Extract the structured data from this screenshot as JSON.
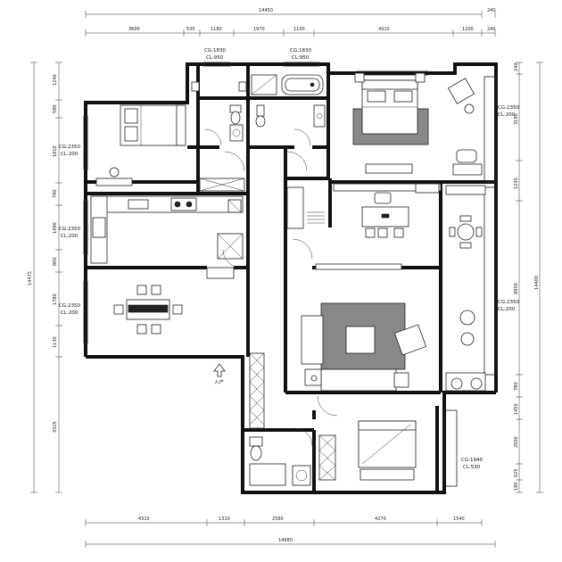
{
  "dimensions": {
    "top_total": "14450",
    "top_right_small": "240",
    "top_segments": [
      "3600",
      "530",
      "1180",
      "1970",
      "1100",
      "4910",
      "1200"
    ],
    "top_segment_right": "240",
    "left_total": "14475",
    "left_segments": [
      "1240",
      "590",
      "1810",
      "790",
      "1490",
      "800",
      "1780",
      "1130",
      "4325"
    ],
    "right_total": "14400",
    "right_segments": [
      "240",
      "3190",
      "1230",
      "8950",
      "780",
      "1450",
      "2000",
      "625",
      "180"
    ],
    "bottom_segments": [
      "4310",
      "1310",
      "2560",
      "4270",
      "1540"
    ],
    "bottom_total": "14680"
  },
  "window_labels": [
    {
      "cg": "CG:1830",
      "cl": "CL:950"
    },
    {
      "cg": "CG:1830",
      "cl": "CL:950"
    },
    {
      "cg": "CG:2350",
      "cl": "CL:200"
    },
    {
      "cg": "CG:2350",
      "cl": "CL:200"
    },
    {
      "cg": "CG:2350",
      "cl": "CL:200"
    },
    {
      "cg": "CG:2350",
      "cl": "CL:200"
    },
    {
      "cg": "CG:2350",
      "cl": "CL:200"
    },
    {
      "cg": "CG:1940",
      "cl": "CL:530"
    }
  ],
  "entrance_label": "入户"
}
